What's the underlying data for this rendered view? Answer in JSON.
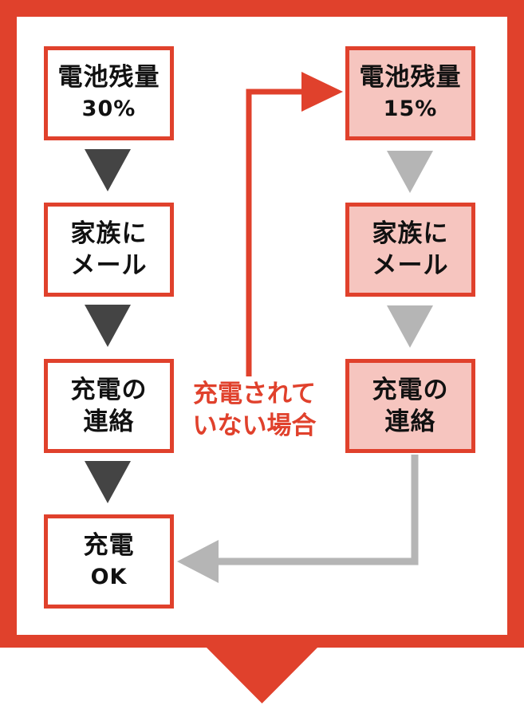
{
  "colors": {
    "accent": "#e0412c",
    "dark_arrow": "#444444",
    "light_arrow": "#b5b5b5",
    "highlight_box": "#f6c5bf"
  },
  "left_flow": [
    {
      "line1": "電池残量",
      "line2": "30%"
    },
    {
      "line1": "家族に",
      "line2": "メール"
    },
    {
      "line1": "充電の",
      "line2": "連絡"
    },
    {
      "line1": "充電",
      "line2": "OK"
    }
  ],
  "right_flow": [
    {
      "line1": "電池残量",
      "line2": "15%"
    },
    {
      "line1": "家族に",
      "line2": "メール"
    },
    {
      "line1": "充電の",
      "line2": "連絡"
    }
  ],
  "branch_label": {
    "line1": "充電されて",
    "line2": "いない場合"
  }
}
